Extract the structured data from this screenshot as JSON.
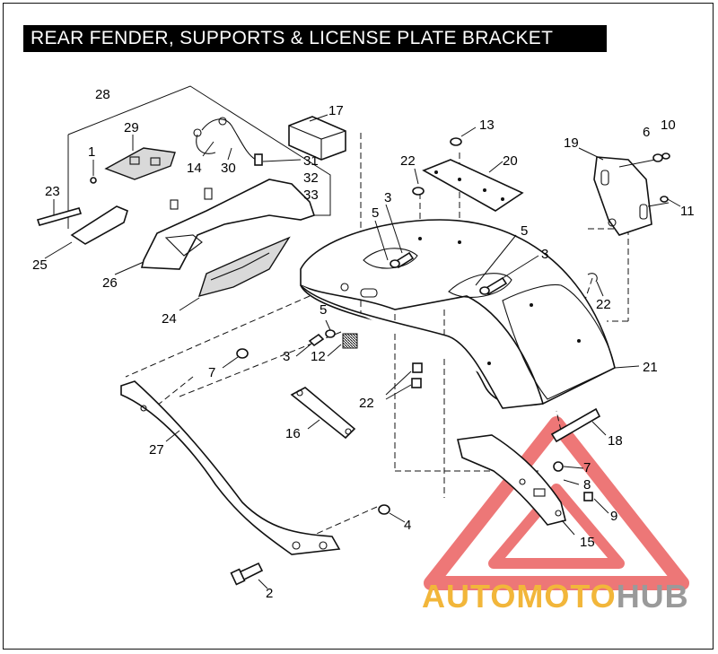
{
  "title": "REAR FENDER, SUPPORTS & LICENSE PLATE BRACKET",
  "callouts": [
    "1",
    "2",
    "3",
    "3",
    "3",
    "4",
    "5",
    "5",
    "5",
    "6",
    "7",
    "7",
    "8",
    "9",
    "10",
    "11",
    "12",
    "13",
    "14",
    "15",
    "16",
    "17",
    "18",
    "19",
    "20",
    "21",
    "22",
    "22",
    "22",
    "23",
    "24",
    "25",
    "26",
    "27",
    "28",
    "29",
    "30",
    "31",
    "32",
    "33"
  ],
  "labels": {
    "n1": "1",
    "n2": "2",
    "n3a": "3",
    "n3b": "3",
    "n3c": "3",
    "n4": "4",
    "n5a": "5",
    "n5b": "5",
    "n5c": "5",
    "n6": "6",
    "n7a": "7",
    "n7b": "7",
    "n8": "8",
    "n9": "9",
    "n10": "10",
    "n11": "11",
    "n12": "12",
    "n13": "13",
    "n14": "14",
    "n15": "15",
    "n16": "16",
    "n17": "17",
    "n18": "18",
    "n19": "19",
    "n20": "20",
    "n21": "21",
    "n22a": "22",
    "n22b": "22",
    "n22c": "22",
    "n23": "23",
    "n24": "24",
    "n25": "25",
    "n26": "26",
    "n27": "27",
    "n28": "28",
    "n29": "29",
    "n30": "30",
    "n31": "31",
    "n32": "32",
    "n33": "33"
  },
  "watermark": {
    "part1": "AUTO",
    "part2": "MOTO",
    "part3": "HUB",
    "color_primary": "#f2b63a",
    "color_secondary": "#9a9a9a",
    "logo_color": "#e84a4a"
  },
  "colors": {
    "title_bg": "#000000",
    "title_text": "#ffffff",
    "line": "#111111"
  }
}
